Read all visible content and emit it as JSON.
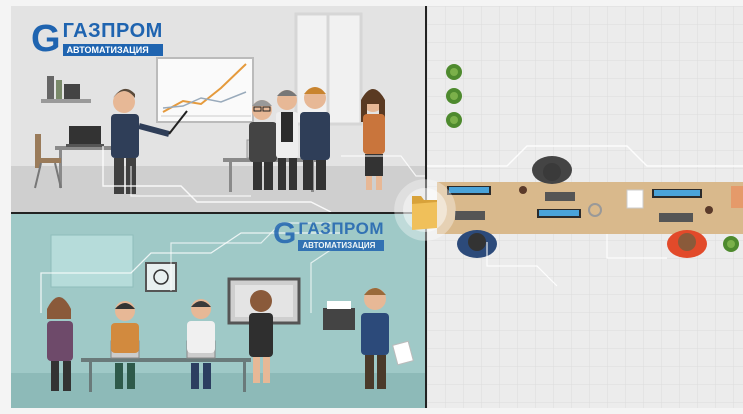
{
  "logo_top": {
    "brand": "ГАЗПРОМ",
    "sub": "АВТОМАТИЗАЦИЯ"
  },
  "logo_mid": {
    "brand": "ГАЗПРОМ",
    "sub": "АВТОМАТИЗАЦИЯ"
  },
  "colors": {
    "brand_blue": "#1f64b0",
    "top_bg": "#e3e3e3",
    "mid_bg": "#9fc9c7",
    "right_bg": "#ececec",
    "desk": "#d9b98c"
  },
  "icons": [
    "folder-icon",
    "plant-icon"
  ]
}
